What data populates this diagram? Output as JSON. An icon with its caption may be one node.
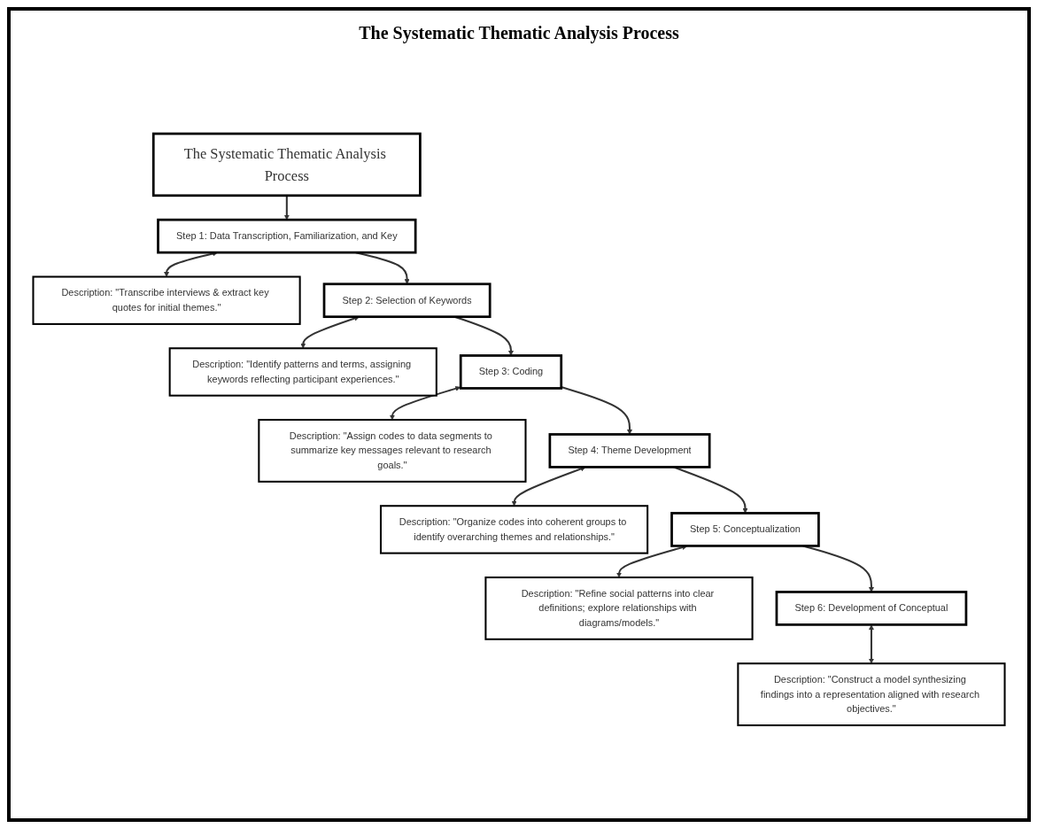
{
  "diagram": {
    "title": "The Systematic Thematic Analysis Process",
    "nodes": [
      {
        "text": [
          "The Systematic Thematic Analysis Process"
        ]
      },
      {
        "text": [
          "Step 1: Data Transcription, Familiarization, and Key"
        ]
      },
      {
        "text": [
          "Description: \"Transcribe interviews & extract key quotes for initial themes.\""
        ]
      },
      {
        "text": [
          "Step 2: Selection of Keywords"
        ]
      },
      {
        "text": [
          "Description: \"Identify patterns and terms, assigning keywords reflecting participant experiences.\""
        ]
      },
      {
        "text": [
          "Step 3: Coding"
        ]
      },
      {
        "text": [
          "Description: \"Assign codes to data segments to summarize key messages relevant to research goals.\""
        ]
      },
      {
        "text": [
          "Step 4: Theme Development"
        ]
      },
      {
        "text": [
          "Description: \"Organize codes into coherent groups to identify overarching themes and relationships.\""
        ]
      },
      {
        "text": [
          "Step 5: Conceptualization"
        ]
      },
      {
        "text": [
          "Description: \"Refine social patterns into clear definitions; explore relationships with diagrams/models.\""
        ]
      },
      {
        "text": [
          "Step 6: Development of Conceptual"
        ]
      },
      {
        "text": [
          "Description: \"Construct a model synthesizing findings into a representation aligned with research objectives.\""
        ]
      }
    ],
    "edges": [
      {
        "from": 0,
        "to": 1,
        "arrow": "to"
      },
      {
        "from": 1,
        "to": 2,
        "arrow": "both"
      },
      {
        "from": 1,
        "to": 3,
        "arrow": "to"
      },
      {
        "from": 3,
        "to": 4,
        "arrow": "both"
      },
      {
        "from": 3,
        "to": 5,
        "arrow": "to"
      },
      {
        "from": 5,
        "to": 6,
        "arrow": "both"
      },
      {
        "from": 5,
        "to": 7,
        "arrow": "to"
      },
      {
        "from": 7,
        "to": 8,
        "arrow": "both"
      },
      {
        "from": 7,
        "to": 9,
        "arrow": "to"
      },
      {
        "from": 9,
        "to": 10,
        "arrow": "both"
      },
      {
        "from": 9,
        "to": 11,
        "arrow": "to"
      },
      {
        "from": 11,
        "to": 12,
        "arrow": "both"
      }
    ]
  }
}
